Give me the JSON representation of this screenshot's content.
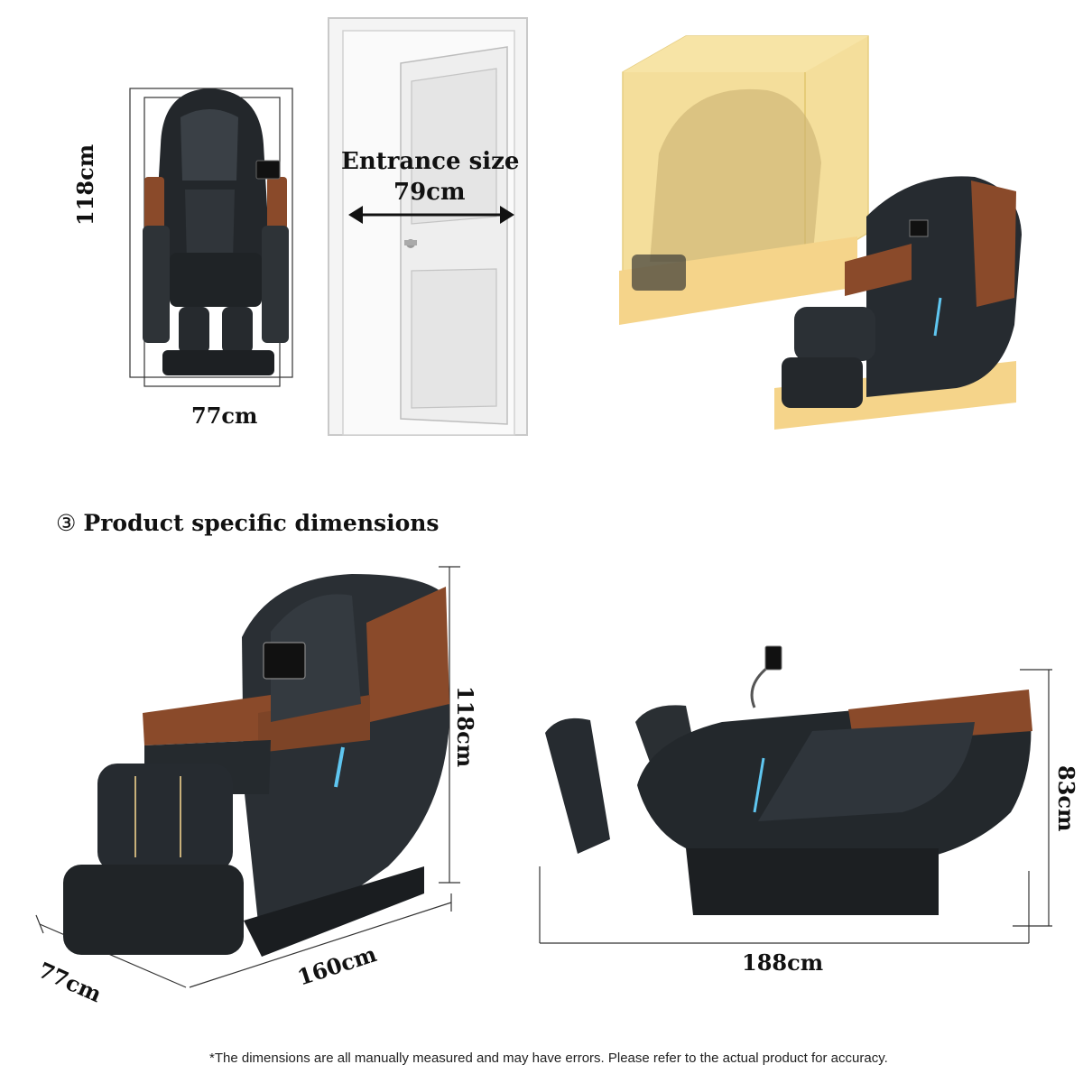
{
  "top_front_view": {
    "height_label": "118cm",
    "width_label": "77cm"
  },
  "door": {
    "entrance_label": "Entrance size",
    "entrance_value": "79cm"
  },
  "section": {
    "number": "③",
    "title": "Product specific dimensions"
  },
  "angled_view": {
    "height_label": "118cm",
    "width_label": "77cm",
    "length_label": "160cm"
  },
  "reclined_view": {
    "height_label": "83cm",
    "length_label": "188cm"
  },
  "footnote": "*The dimensions are all manually measured and may have errors. Please refer to the actual product for accuracy.",
  "colors": {
    "chair_body": "#2b2f33",
    "wood_panel": "#8a4a2a",
    "package_box": "#f3d98a",
    "accent_light": "#5fc6f0"
  }
}
